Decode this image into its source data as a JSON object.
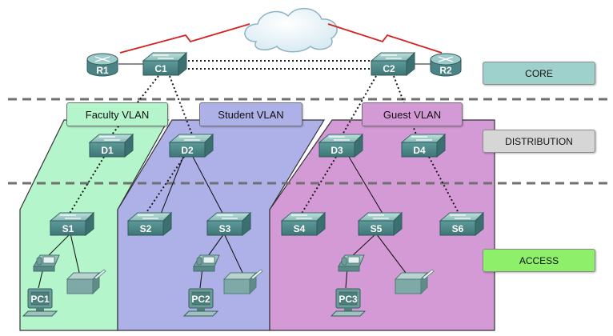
{
  "vlans": [
    {
      "label": "Faculty VLAN",
      "color": "#b4f5cc"
    },
    {
      "label": "Student VLAN",
      "color": "#aeb0e8"
    },
    {
      "label": "Guest VLAN",
      "color": "#d49ad6"
    }
  ],
  "tiers": {
    "core": {
      "label": "CORE",
      "color": "#9ed0cc"
    },
    "distribution": {
      "label": "DISTRIBUTION",
      "color": "#d6d6d6"
    },
    "access": {
      "label": "ACCESS",
      "color": "#8ef06a"
    }
  },
  "routers": [
    "R1",
    "R2"
  ],
  "core_switches": [
    "C1",
    "C2"
  ],
  "distribution_switches": [
    "D1",
    "D2",
    "D3",
    "D4"
  ],
  "access_switches": [
    "S1",
    "S2",
    "S3",
    "S4",
    "S5",
    "S6"
  ],
  "pcs": [
    "PC1",
    "PC2",
    "PC3"
  ],
  "colors": {
    "wan_link": "#d42020",
    "device_teal": "#5e9a9a",
    "router_teal": "#6aa5a8"
  }
}
